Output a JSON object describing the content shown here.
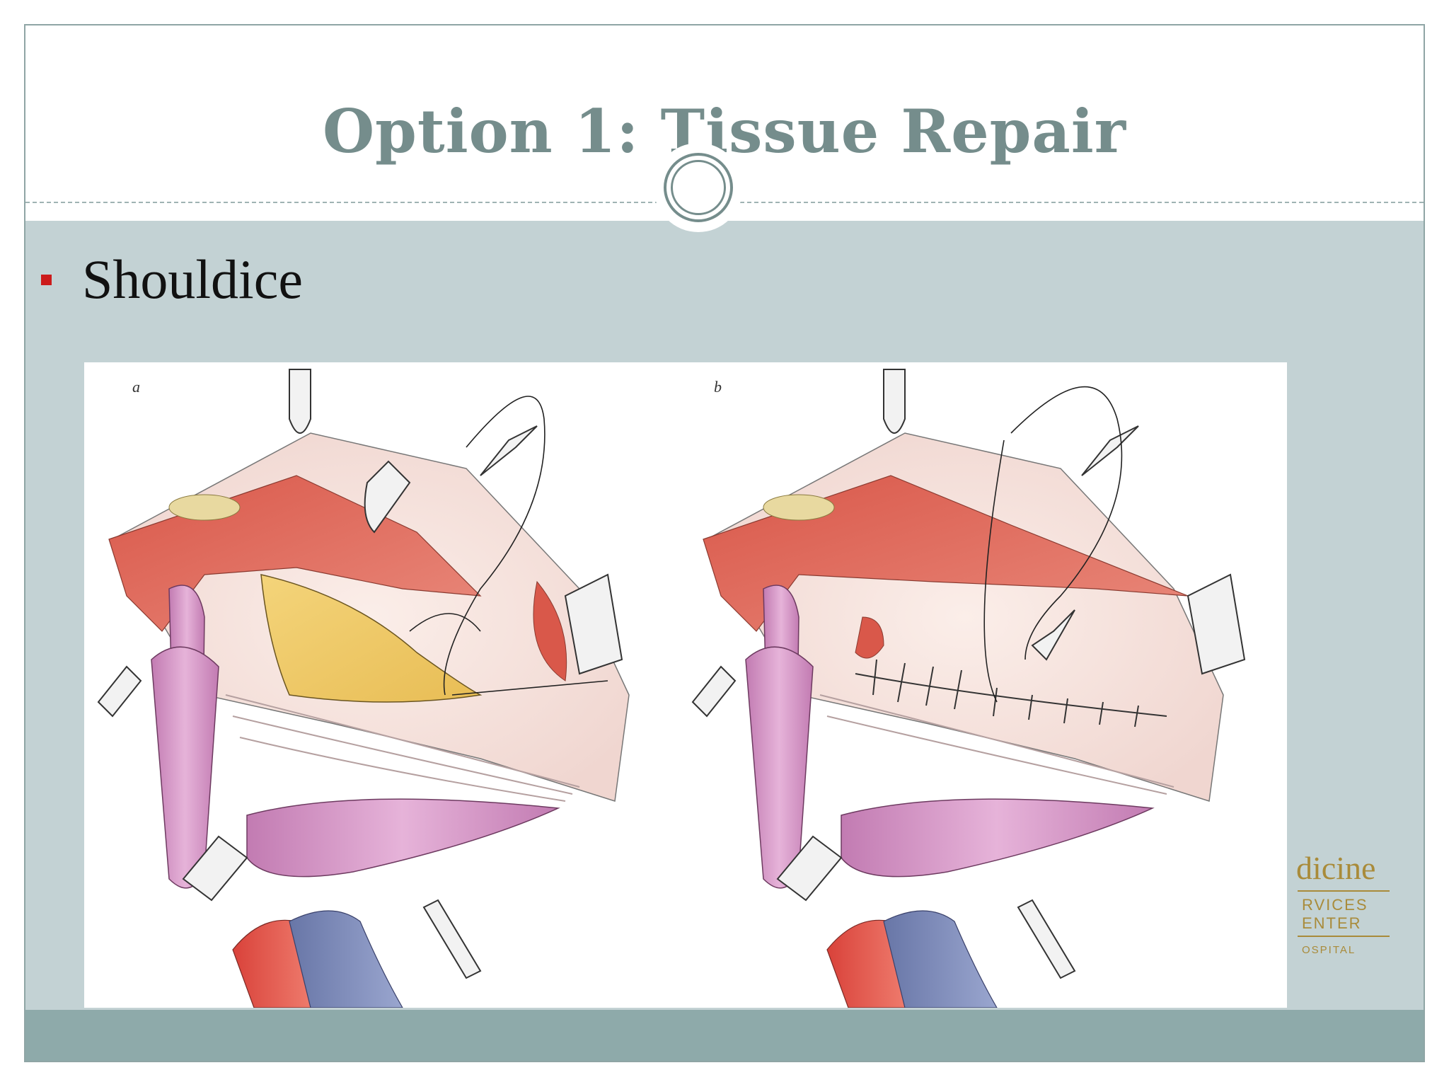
{
  "slide": {
    "title": "Option 1: Tissue Repair",
    "bullets": [
      {
        "text": "Shouldice"
      }
    ]
  },
  "figure": {
    "panels": [
      {
        "label": "a"
      },
      {
        "label": "b"
      }
    ]
  },
  "logo": {
    "line1": "dicine",
    "line2": "RVICES",
    "line3": "ENTER",
    "line4": "OSPITAL"
  },
  "colors": {
    "title": "#758d8c",
    "body_background": "#c3d2d4",
    "footer_bar": "#8eaaaa",
    "bullet": "#cc1b1b",
    "logo": "#a98b3a"
  }
}
